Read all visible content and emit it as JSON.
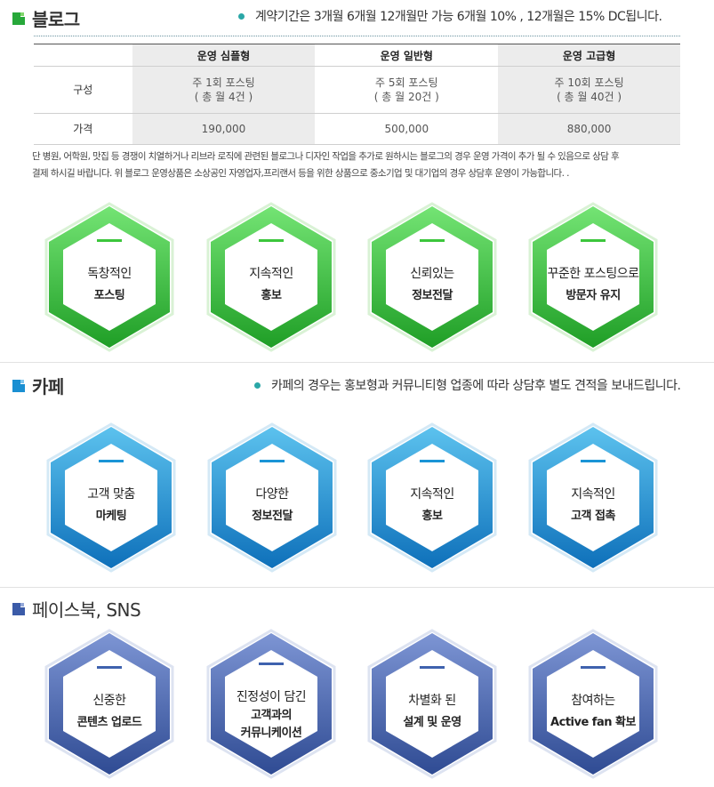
{
  "blog": {
    "title": "블로그",
    "note": "계약기간은 3개월 6개월 12개월만 가능  6개월 10% , 12개월은 15% DC됩니다.",
    "table": {
      "headers": [
        "",
        "운영 심플형",
        "운영 일반형",
        "운영 고급형"
      ],
      "rows": [
        {
          "label": "구성",
          "cells": [
            [
              "주 1회 포스팅",
              "( 총 월 4건 )"
            ],
            [
              "주 5회 포스팅",
              "( 총 월 20건 )"
            ],
            [
              "주 10회 포스팅",
              "( 총 월 40건 )"
            ]
          ]
        },
        {
          "label": "가격",
          "cells": [
            [
              "190,000"
            ],
            [
              "500,000"
            ],
            [
              "880,000"
            ]
          ]
        }
      ]
    },
    "fine_print": [
      "단  병원, 어학원, 맛집 등 경쟁이 치열하거나 리브라 로직에 관련된 블로그나 디자인 작업을 추가로 원하시는 블로그의 경우 운영 가격이 추가 될 수 있음으로 상담 후",
      "결제 하시길 바랍니다. 위 블로그 운영상품은 소상공인 자영업자,프리랜서 등을 위한 상품으로 중소기업 및 대기업의 경우 상담후 운영이 가능합니다. ."
    ],
    "features": [
      {
        "lines": [
          "독창적인",
          "포스팅"
        ]
      },
      {
        "lines": [
          "지속적인",
          "홍보"
        ]
      },
      {
        "lines": [
          "신뢰있는",
          "정보전달"
        ]
      },
      {
        "lines": [
          "꾸준한 포스팅으로",
          "방문자 유지"
        ]
      }
    ]
  },
  "cafe": {
    "title": "카페",
    "note": "카페의 경우는 홍보형과 커뮤니티형 업종에 따라 상담후 별도 견적을 보내드립니다.",
    "features": [
      {
        "lines": [
          "고객 맞춤",
          "마케팅"
        ]
      },
      {
        "lines": [
          "다양한",
          "정보전달"
        ]
      },
      {
        "lines": [
          "지속적인",
          "홍보"
        ]
      },
      {
        "lines": [
          "지속적인",
          "고객 접촉"
        ]
      }
    ]
  },
  "facebook": {
    "title": "페이스북, SNS",
    "features": [
      {
        "lines": [
          "신중한",
          "콘텐츠 업로드"
        ]
      },
      {
        "lines": [
          "진정성이 담긴",
          "고객과의",
          "커뮤니케이션"
        ]
      },
      {
        "lines": [
          "차별화 된",
          "설계 및 운영"
        ]
      },
      {
        "lines": [
          "참여하는",
          "Active fan 확보"
        ]
      }
    ]
  },
  "colors": {
    "green": "#3cc63c",
    "cyan": "#1a94d6",
    "navy": "#3f62ae",
    "dot": "#2aa7a7"
  },
  "icons": {
    "section_mark": "square-bullet-icon",
    "note_dot": "circle-bullet-icon"
  }
}
